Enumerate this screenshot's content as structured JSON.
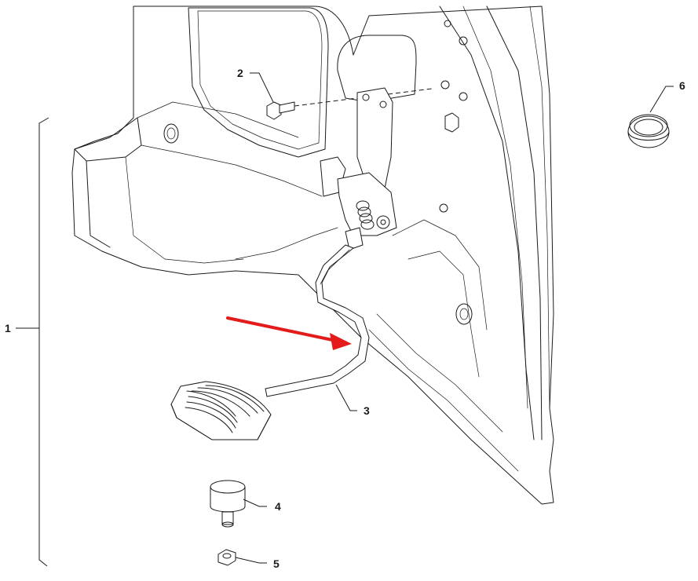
{
  "callouts": {
    "c1": "1",
    "c2": "2",
    "c3": "3",
    "c4": "4",
    "c5": "5",
    "c6": "6"
  },
  "colors": {
    "line": "#1a1a1a",
    "arrow": "#e31b1b",
    "background": "#ffffff"
  },
  "icons": {
    "indicator": "red-arrow-icon"
  }
}
